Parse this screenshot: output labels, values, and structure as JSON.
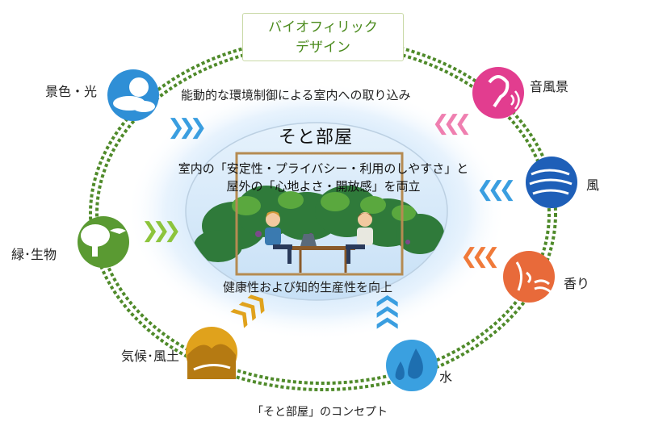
{
  "title": {
    "line1": "バイオフィリック",
    "line2": "デザイン"
  },
  "inner": {
    "top_text": "能動的な環境制御による室内への取り込み",
    "room_name": "そと部屋",
    "middle_line1": "室内の「安定性・プライバシー・利用のしやすさ」と",
    "middle_line2": "屋外の「心地よさ・開放感」を両立",
    "bottom_text": "健康性および知的生産性を向上"
  },
  "elements": [
    {
      "label": "景色・光",
      "icon": "sun-cloud-icon",
      "color": "#2f8fd6"
    },
    {
      "label": "音風景",
      "icon": "ear-icon",
      "color": "#e23d8f"
    },
    {
      "label": "風",
      "icon": "wind-icon",
      "color": "#1e5fb8"
    },
    {
      "label": "香り",
      "icon": "face-scent-icon",
      "color": "#e86a3a"
    },
    {
      "label": "水",
      "icon": "water-drop-icon",
      "color": "#3aa0e0"
    },
    {
      "label": "気候･風土",
      "icon": "landscape-icon",
      "color": "#e0a21c"
    },
    {
      "label": "緑･生物",
      "icon": "tree-bird-icon",
      "color": "#5a9a32"
    }
  ],
  "caption": "「そと部屋」のコンセプト",
  "colors": {
    "ring": "#4f8a2a",
    "chevron_blue": "#3a9ee0",
    "chevron_pink": "#ef7fb0",
    "chevron_green": "#8cc43c",
    "chevron_orange": "#f07a3a"
  }
}
